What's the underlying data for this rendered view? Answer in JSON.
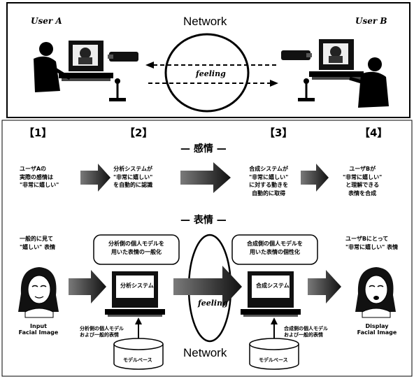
{
  "top_panel": {
    "user_a": "User A",
    "user_b": "User B",
    "network": "Network",
    "feeling": "feeling"
  },
  "steps": [
    "【1】",
    "【2】",
    "【3】",
    "【4】"
  ],
  "sections": {
    "emotion": "— 感情 —",
    "expression": "— 表情 —"
  },
  "emotion_row": {
    "step1": [
      "ユーザAの",
      "実際の感情は",
      "\"非常に嬉しい\""
    ],
    "step2": [
      "分析システムが",
      "\"非常に嬉しい\"",
      "を自動的に認識"
    ],
    "step3": [
      "合成システムが",
      "\"非常に嬉しい\"",
      "に対する動きを",
      "自動的に取得"
    ],
    "step4": [
      "ユーザBが",
      "\"非常に嬉しい\"",
      "と理解できる",
      "表情を合成"
    ]
  },
  "expression_row": {
    "left_text": [
      "一般的に見て",
      "\"嬉しい\" 表情"
    ],
    "right_text": [
      "ユーザBにとって",
      "\"非常に嬉しい\" 表情"
    ],
    "box_left": [
      "分析側の個人モデルを",
      "用いた表情の一般化"
    ],
    "box_right": [
      "合成側の個人モデルを",
      "用いた表情の個性化"
    ],
    "screen_left": "分析システム",
    "screen_right": "合成システム",
    "db_left": "モデルベース",
    "db_right": "モデルベース",
    "side_left": [
      "分析側の個人モデル",
      "および一般的表情"
    ],
    "side_right": [
      "合成側の個人モデル",
      "および一般的表情"
    ],
    "input_caption": [
      "Input",
      "Facial Image"
    ],
    "display_caption": [
      "Display",
      "Facial Image"
    ],
    "feeling": "feeling",
    "network": "Network"
  }
}
